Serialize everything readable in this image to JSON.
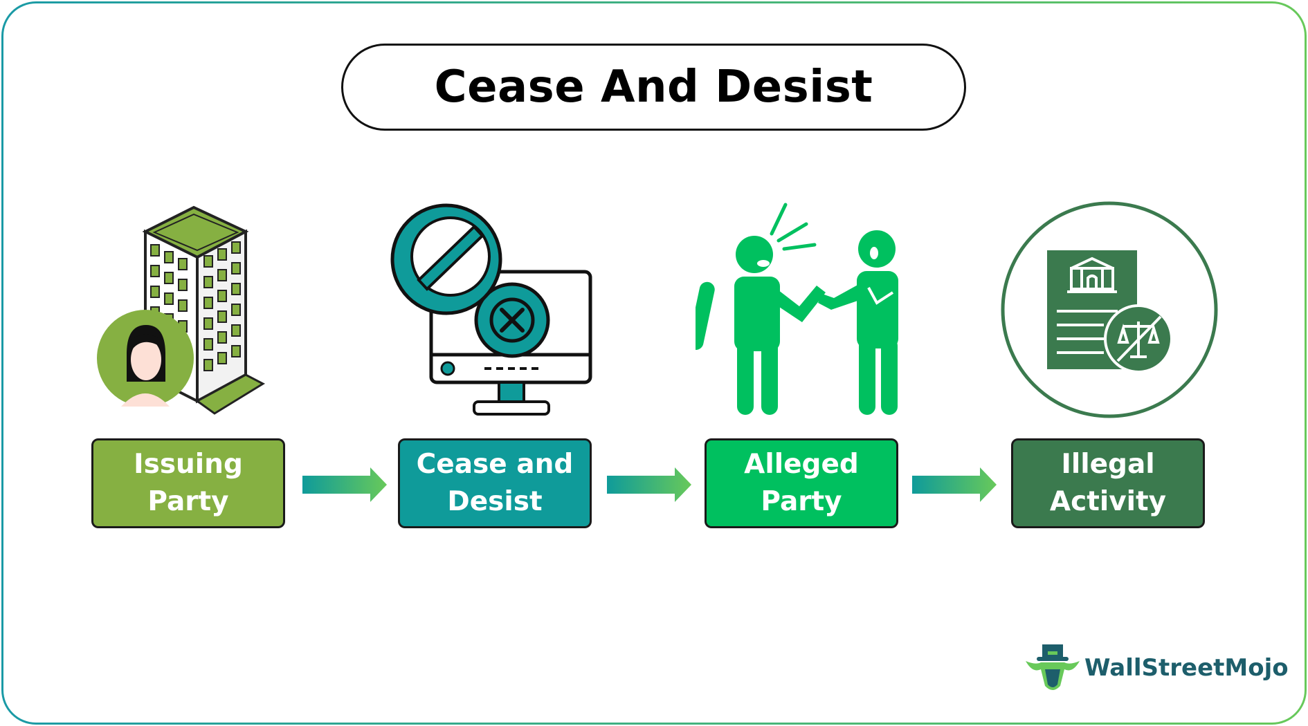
{
  "title": "Cease And Desist",
  "steps": [
    {
      "label": "Issuing\nParty",
      "color": "#86b042"
    },
    {
      "label": "Cease and\nDesist",
      "color": "#0f9b9a"
    },
    {
      "label": "Alleged\nParty",
      "color": "#00c05f"
    },
    {
      "label": "Illegal\nActivity",
      "color": "#3b7a4e"
    }
  ],
  "icons": [
    "office-building-woman-icon",
    "prohibited-monitor-icon",
    "arguing-people-icon",
    "illegal-document-icon"
  ],
  "brand": "WallStreetMojo",
  "colors": {
    "frame_start": "#1a9aa6",
    "frame_end": "#68c95a",
    "arrow_start": "#0f9b9a",
    "arrow_end": "#68c95a"
  }
}
